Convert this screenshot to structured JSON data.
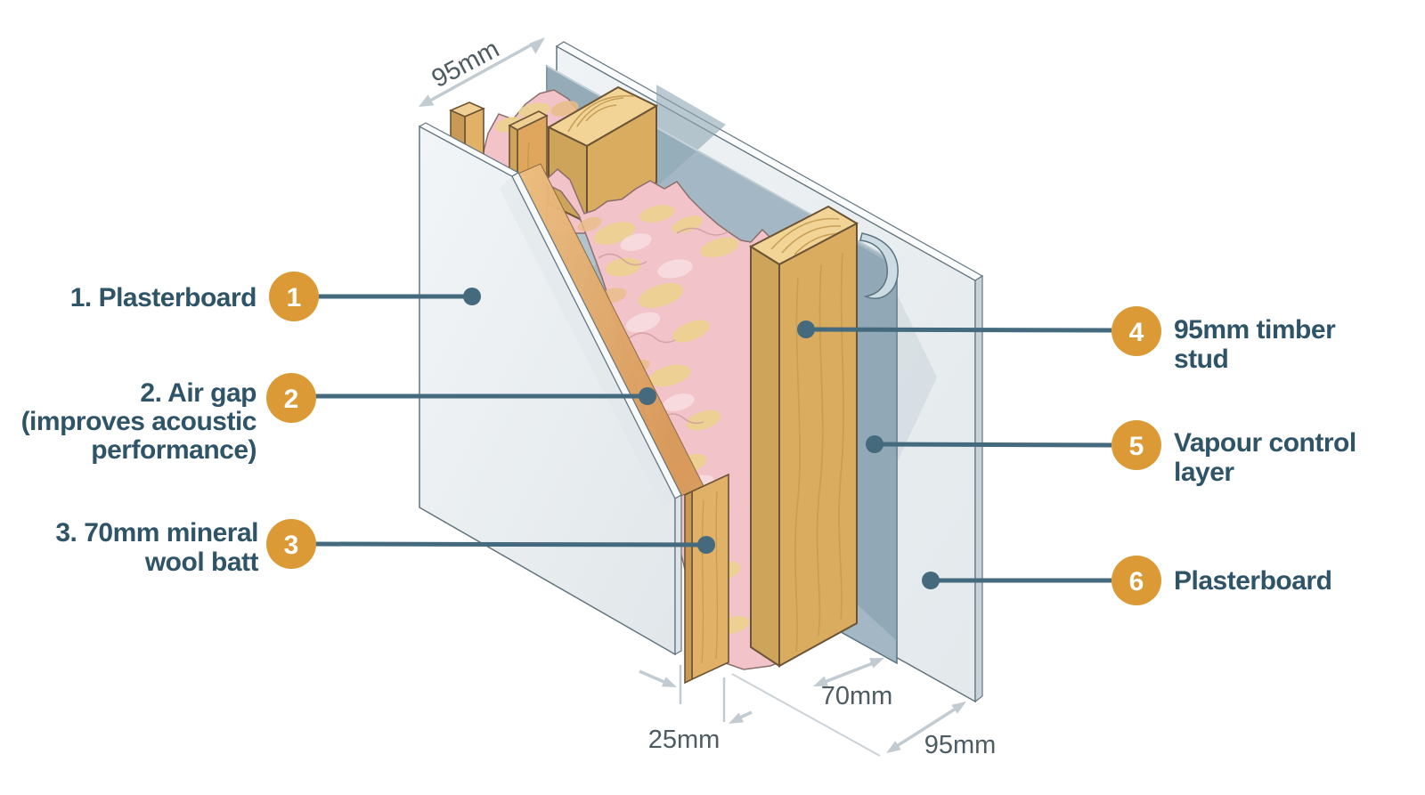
{
  "diagram": {
    "type": "wall-construction-cross-section",
    "callouts": {
      "c1": {
        "number": "1",
        "line1": "1. Plasterboard"
      },
      "c2": {
        "number": "2",
        "line1": "2. Air gap",
        "line2": "(improves acoustic",
        "line3": "performance)"
      },
      "c3": {
        "number": "3",
        "line1": "3. 70mm mineral",
        "line2": "wool batt"
      },
      "c4": {
        "number": "4",
        "line1": "95mm timber",
        "line2": "stud"
      },
      "c5": {
        "number": "5",
        "line1": "Vapour control",
        "line2": "layer"
      },
      "c6": {
        "number": "6",
        "line1": "Plasterboard"
      }
    },
    "dimensions": {
      "stud_depth_top": "95mm",
      "batten_thickness": "25mm",
      "wool_thickness": "70mm",
      "stud_depth_bottom": "95mm"
    },
    "colors": {
      "accent_orange": "#dc9a37",
      "leader_line": "#456a7d",
      "label_text": "#2f5468",
      "dimension_text": "#4e5b63",
      "dimension_arrow": "#c3cbd2",
      "wood_side": "#d9ac60",
      "wood_top": "#f1d496",
      "wool_pink": "#f2c3c8",
      "wool_yellow": "#ecd28d",
      "vapour_layer": "#a3b8c4",
      "plasterboard_face": "#edf1f3"
    }
  }
}
